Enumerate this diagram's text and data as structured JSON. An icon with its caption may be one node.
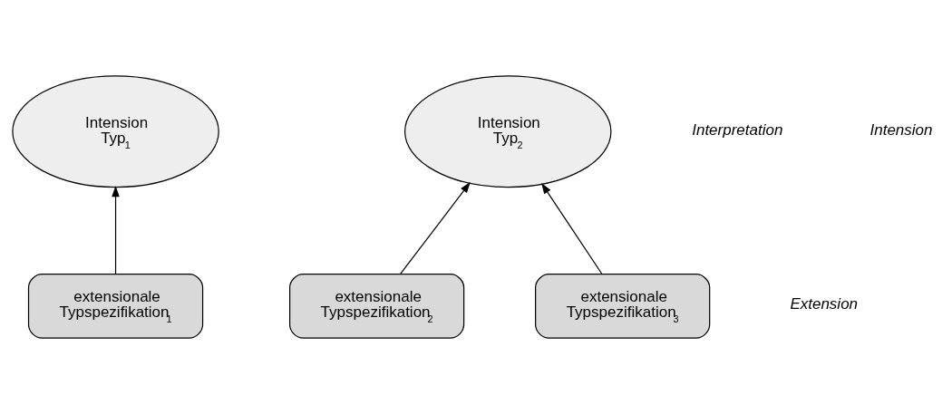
{
  "diagram": {
    "nodes": [
      {
        "text": [
          "Intension",
          "Typ$_{1}$"
        ]
      },
      {
        "text": [
          "Intension",
          "Typ$_{2}$"
        ]
      },
      {
        "text": [
          "extensionale Typspezifikation$_{1}$"
        ]
      },
      {
        "text": [
          "extensionale Typspezifikation$_{2}$"
        ]
      },
      {
        "text": [
          "extensionale Typspezifikation$_{3}$"
        ]
      }
    ],
    "edges": [
      {
        "from": 2,
        "to": 0,
        "arrow": "to"
      },
      {
        "from": 3,
        "to": 1,
        "arrow": "to"
      },
      {
        "from": 4,
        "to": 1,
        "arrow": "to"
      }
    ],
    "labels": [
      "Interpretation",
      "Intension",
      "Extension"
    ]
  }
}
